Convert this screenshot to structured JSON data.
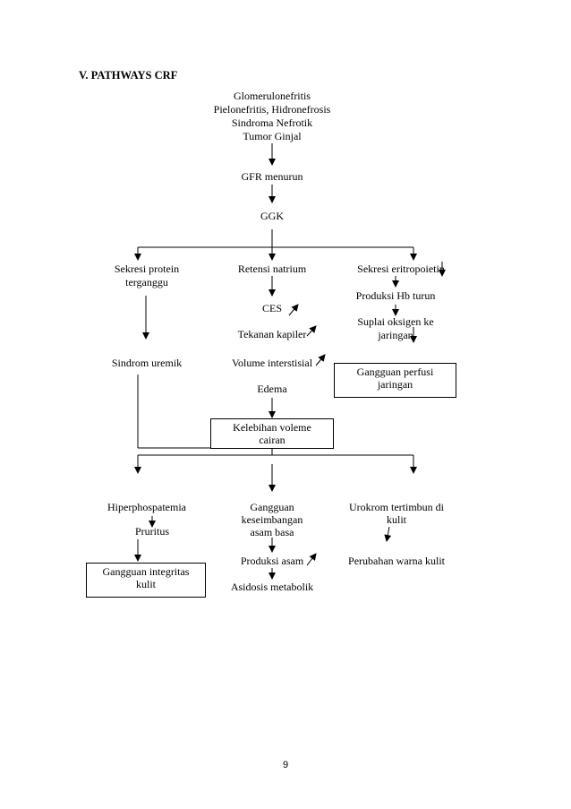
{
  "title": "V.  PATHWAYS CRF",
  "causes": [
    "Glomerulonefritis",
    "Pielonefritis, Hidronefrosis",
    "Sindroma Nefrotik",
    "Tumor Ginjal"
  ],
  "gfr": "GFR menurun",
  "ggk": "GGK",
  "left": {
    "sekresi_protein": [
      "Sekresi protein",
      "terganggu"
    ],
    "sindrom": "Sindrom uremik"
  },
  "center": {
    "retensi": "Retensi natrium",
    "ces": "CES",
    "tekanan": "Tekanan kapiler",
    "volume": "Volume interstisial",
    "edema": "Edema",
    "kelebihan": [
      "Kelebihan voleme",
      "cairan"
    ]
  },
  "right": {
    "sekresi_eritro": "Sekresi eritropoietin",
    "hb": "Produksi Hb turun",
    "suplai": [
      "Suplai oksigen ke",
      "jaringan"
    ],
    "perfusi": [
      "Gangguan perfusi",
      "jaringan"
    ]
  },
  "bottom": {
    "hiper": "Hiperphospatemia",
    "pruritus": "Pruritus",
    "integritas": [
      "Gangguan integritas",
      "kulit"
    ],
    "gangguan_asam": [
      "Gangguan",
      "keseimbangan",
      "asam basa"
    ],
    "produksi_asam": "Produksi asam",
    "asidosis": "Asidosis metabolik",
    "urokrom": [
      "Urokrom tertimbun di",
      "kulit"
    ],
    "warna": "Perubahan warna kulit"
  },
  "page_number": "9"
}
